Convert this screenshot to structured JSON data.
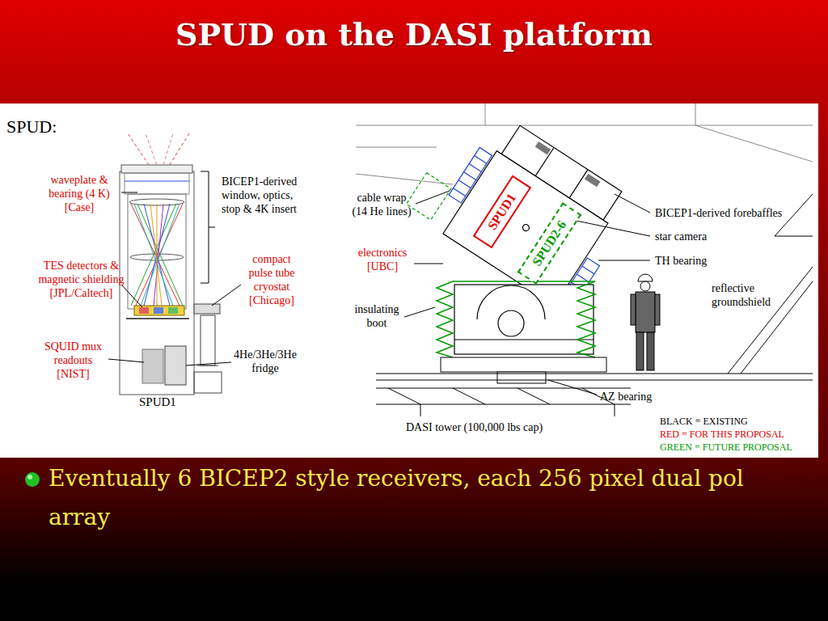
{
  "diagram": {
    "title": "SPUD on the DASI platform",
    "nodes": [
      {
        "text": [
          "SPUD1"
        ]
      },
      {
        "text": [
          "SPUD2-6"
        ]
      }
    ],
    "labels": [
      "SPUD:",
      "waveplate & bearing (4 K) [Case]",
      "BICEP1-derived window, optics, stop & 4K insert",
      "TES detectors & magnetic shielding [JPL/Caltech]",
      "compact pulse tube cryostat [Chicago]",
      "SQUID mux readouts [NIST]",
      "4He/3He/3He fridge",
      "SPUD1",
      "cable wrap (14 He lines)",
      "electronics [UBC]",
      "insulating boot",
      "BICEP1-derived forebaffles",
      "star camera",
      "TH bearing",
      "reflective groundshield",
      "AZ bearing",
      "DASI tower (100,000 lbs cap)",
      "Eventually 6 BICEP2 style receivers, each 256 pixel dual pol array"
    ],
    "legend": [
      {
        "text": "BLACK = EXISTING",
        "color": "#000000"
      },
      {
        "text": "RED = FOR THIS PROPOSAL",
        "color": "#e00000"
      },
      {
        "text": "GREEN = FUTURE PROPOSAL",
        "color": "#009a00"
      }
    ]
  }
}
